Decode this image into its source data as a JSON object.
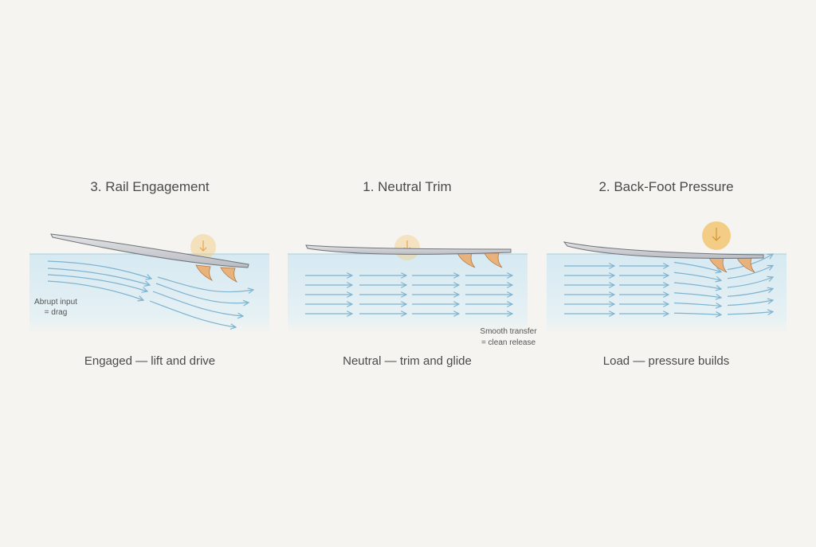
{
  "panels": [
    {
      "title": "3. Rail Engagement",
      "caption": "Engaged — lift and drive",
      "note_line1": "Abrupt input",
      "note_line2": "= drag"
    },
    {
      "title": "1. Neutral Trim",
      "caption": "Neutral — trim and glide"
    },
    {
      "title": "2. Back-Foot Pressure",
      "caption": "Load — pressure builds"
    }
  ],
  "transition_note": {
    "line1": "Smooth transfer",
    "line2": "= clean release"
  },
  "colors": {
    "background": "#f5f4f0",
    "water": "#d8eaf2",
    "flow": "#7fb3cf",
    "board": "#d2d4d8",
    "fin": "#e9b27a",
    "pressure": "#f3c979"
  }
}
